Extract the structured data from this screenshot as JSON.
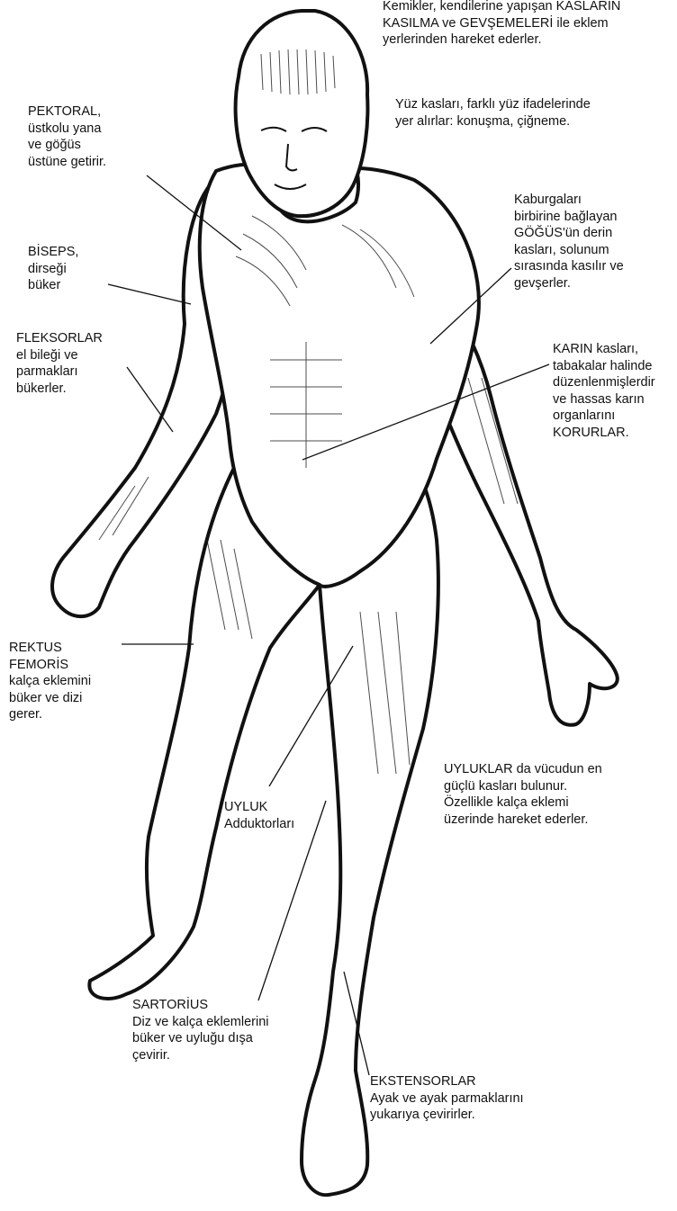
{
  "labels": {
    "intro": "Kemikler, kendilerine yapışan KASLARIN\nKASILMA ve GEVŞEMELERİ ile eklem\nyerlerinden hareket ederler.",
    "face": "Yüz kasları, farklı yüz ifadelerinde\nyer alırlar: konuşma, çiğneme.",
    "pectoral": "PEKTORAL,\nüstkolu yana\nve göğüs\nüstüne getirir.",
    "chest": "Kaburgaları\nbirbirine bağlayan\nGÖĞÜS'ün derin\nkasları, solunum\nsırasında kasılır ve\ngevşerler.",
    "biceps": "BİSEPS,\ndirseği\nbüker",
    "flexors": "FLEKSORLAR\nel bileği ve\nparmakları\nbükerler.",
    "abdomen": "KARIN kasları,\ntabakalar halinde\ndüzenlenmişlerdir\nve hassas karın\norganlarını\nKORURLAR.",
    "rectus": "REKTUS\nFEMORİS\nkalça eklemini\nbüker ve dizi\ngerer.",
    "thighs": "UYLUKLAR da vücudun en\ngüçlü kasları bulunur.\nÖzellikle kalça eklemi\nüzerinde hareket ederler.",
    "adductors": "UYLUK\nAdduktorları",
    "sartorius": "SARTORİUS\nDiz ve kalça eklemlerini\nbüker ve uyluğu dışa\nçevirir.",
    "extensors": "EKSTENSORLAR\nAyak ve ayak parmaklarını\nyukarıya çevirirler."
  },
  "colors": {
    "ink": "#111111",
    "paper": "#ffffff"
  }
}
